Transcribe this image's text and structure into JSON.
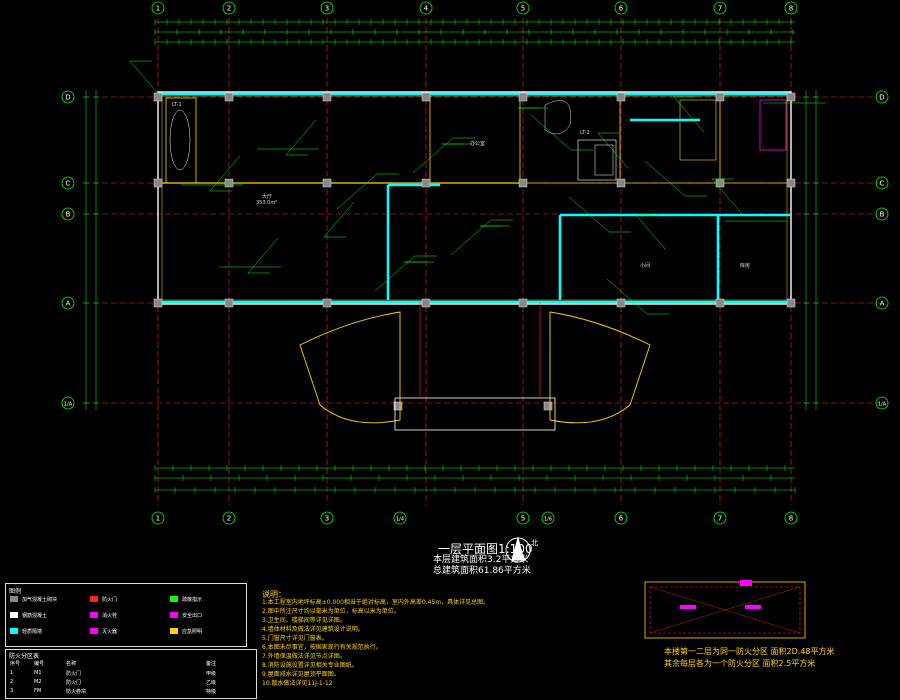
{
  "axes_top": [
    "1",
    "2",
    "3",
    "4",
    "5",
    "6",
    "7",
    "8"
  ],
  "axes_bottom": [
    "1",
    "2",
    "3",
    "1/4",
    "5",
    "1/6",
    "6",
    "7",
    "8"
  ],
  "axes_left": [
    "D",
    "C",
    "B",
    "A",
    "1/A"
  ],
  "drawing_title": "一层平面图1:100",
  "area_lines": [
    "本层建筑面积3.2平方米",
    "总建筑面积61.86平方米"
  ],
  "notes_header": "说明：",
  "notes": [
    "1.本工程室内地坪标高±0.000相当于绝对标高，室内外高差0.45m，具体详见总图。",
    "2.图中所注尺寸均以毫米为单位，标高以米为单位。",
    "3.卫生间、楼梯间等详见详图。",
    "4.墙体材料及做法详见建筑设计说明。",
    "5.门窗尺寸详见门窗表。",
    "6.本图未尽事宜，按国家现行有关规范执行。",
    "7.外墙保温做法详见节点详图。",
    "8.消防设施设置详见相关专业图纸。",
    "9.屋面排水详见屋顶平面图。",
    "10.散水做法详见11J-1-12"
  ],
  "inset_lines": [
    "本楼第一二层为同一防火分区 面积2D.48平方米",
    "其余每层各为一个防火分区 面积2.5平方米"
  ],
  "rooms": {
    "hall": "大厅",
    "hall_area": "353.0m²",
    "office": "办公室",
    "room_small": "小间",
    "room_right": "库房",
    "stair_tag": "LT-1",
    "stair_tag2": "LT-2"
  },
  "legend_title": "图例",
  "legend_items": [
    "加气混凝土砌块",
    "钢筋混凝土",
    "轻质隔墙",
    "防火门",
    "消火栓",
    "灭火器",
    "疏散指示",
    "安全出口",
    "应急照明"
  ],
  "table_title": "防火分区表",
  "table_headers": [
    "序号",
    "编号",
    "名称",
    "备注"
  ],
  "table_rows": [
    [
      "1",
      "M1",
      "防火门",
      "甲级"
    ],
    [
      "2",
      "M2",
      "防火门",
      "乙级"
    ],
    [
      "3",
      "FM",
      "防火卷帘",
      "特级"
    ]
  ],
  "compass_label": "北",
  "colors": {
    "axis": "#00ff00",
    "wall": "#ffffff",
    "glass": "#00ffff",
    "dim": "#00ff00",
    "text": "#ffd400",
    "grid": "#ff2020",
    "legend": "#ff00ff"
  }
}
